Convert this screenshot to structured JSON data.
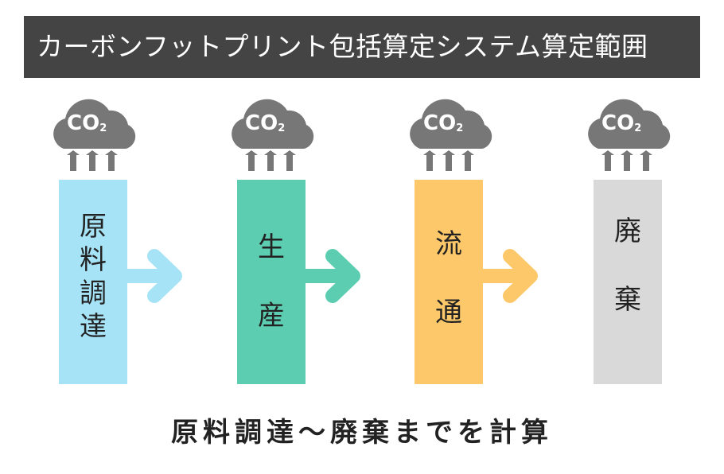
{
  "title": "カーボンフットプリント包括算定システム算定範囲",
  "stages": [
    {
      "label_lines": [
        "原",
        "料",
        "調",
        "達"
      ],
      "color": "#a6e3f7",
      "arrow_color": "#a6e3f7"
    },
    {
      "label_lines": [
        "生",
        "産"
      ],
      "color": "#5ccdb0",
      "arrow_color": "#5ccdb0"
    },
    {
      "label_lines": [
        "流",
        "通"
      ],
      "color": "#fcc86a",
      "arrow_color": "#fcc86a"
    },
    {
      "label_lines": [
        "廃",
        "棄"
      ],
      "color": "#d9d9d9"
    }
  ],
  "co2_label": {
    "main": "CO",
    "sub": "2"
  },
  "cloud_color": "#777777",
  "footer": "原料調達～廃棄までを計算"
}
